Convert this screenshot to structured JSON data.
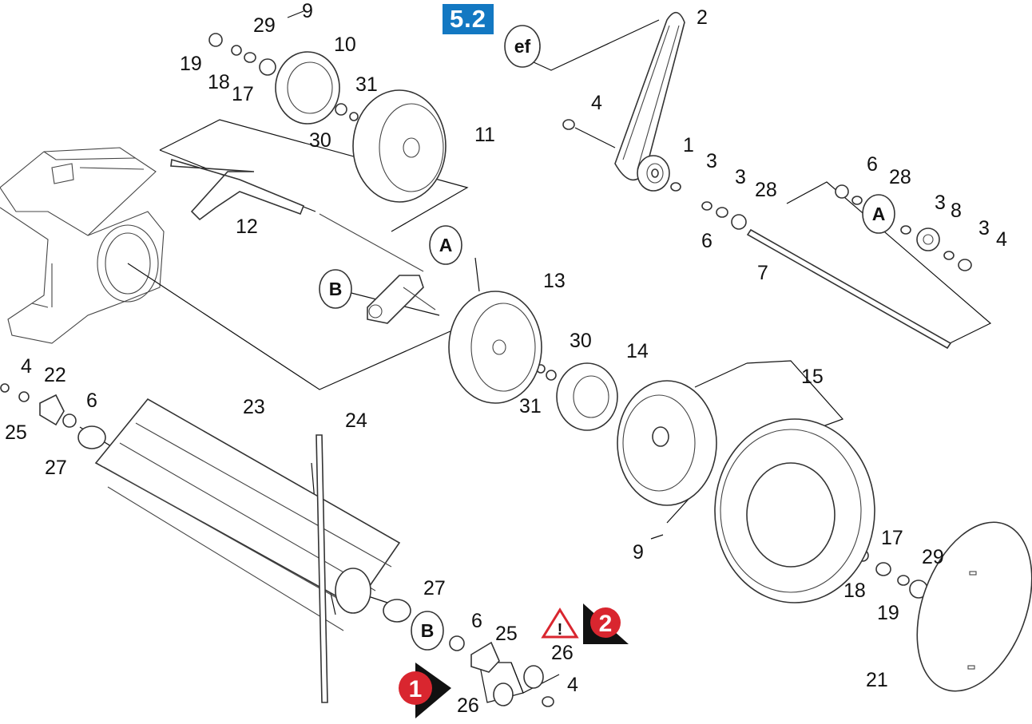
{
  "section": "5.2",
  "ref_circles": {
    "ef": "ef",
    "A": "A",
    "B": "B"
  },
  "warning": {
    "label": "!",
    "number": "2"
  },
  "step": {
    "number": "1"
  },
  "parts": {
    "p1": "1",
    "p2": "2",
    "p3a": "3",
    "p3b": "3",
    "p3c": "3",
    "p3d": "3",
    "p4a": "4",
    "p4b": "4",
    "p4c": "4",
    "p4d": "4",
    "p6a": "6",
    "p6b": "6",
    "p6c": "6",
    "p6d": "6",
    "p7": "7",
    "p8": "8",
    "p9a": "9",
    "p9b": "9",
    "p10": "10",
    "p11": "11",
    "p12": "12",
    "p13": "13",
    "p14": "14",
    "p15": "15",
    "p17a": "17",
    "p17b": "17",
    "p18a": "18",
    "p18b": "18",
    "p19a": "19",
    "p19b": "19",
    "p21": "21",
    "p22": "22",
    "p23": "23",
    "p24": "24",
    "p25a": "25",
    "p25b": "25",
    "p26a": "26",
    "p26b": "26",
    "p27a": "27",
    "p27b": "27",
    "p28a": "28",
    "p28b": "28",
    "p29a": "29",
    "p29b": "29",
    "p30a": "30",
    "p30b": "30",
    "p31a": "31",
    "p31b": "31"
  }
}
